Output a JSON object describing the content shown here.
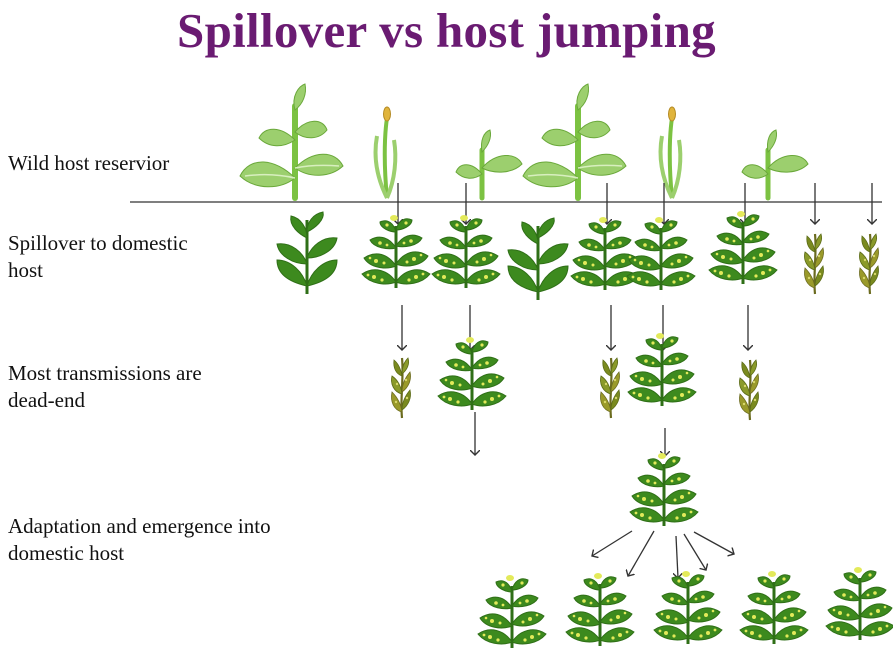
{
  "title": "Spillover vs host jumping",
  "labels": {
    "wild": "Wild host reservior",
    "spill_1": "Spillover  to domestic",
    "spill_2": "host",
    "dead_1": "Most transmissions are",
    "dead_2": "dead-end",
    "adapt_1": "Adaptation and emergence into",
    "adapt_2": "domestic host"
  },
  "colors": {
    "title": "#6a1b72",
    "wild_leaf": "#9ccf6e",
    "wild_leaf_vein": "#d8efbf",
    "wild_stem": "#7cc242",
    "domestic_leaf": "#3d8a1e",
    "domestic_leaf_dark": "#2f6f17",
    "spot": "#e3ea5a",
    "wilted_leaf": "#9a9a2a",
    "arrow": "#333333"
  },
  "icons": {
    "wild_plant": "wild-plant-icon",
    "wild_sprout": "wild-sprout-icon",
    "healthy_plant": "healthy-domestic-plant-icon",
    "infected_plant": "infected-domestic-plant-icon",
    "wilted_plant": "wilted-plant-icon"
  }
}
